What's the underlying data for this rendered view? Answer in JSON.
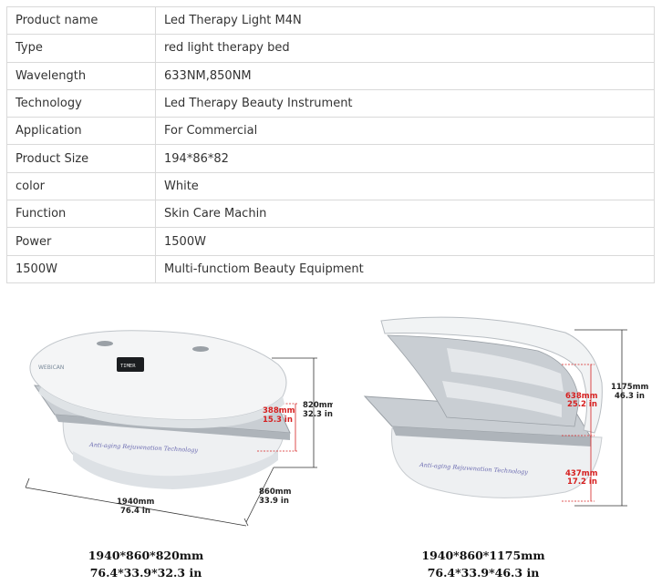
{
  "spec_table": {
    "rows": [
      {
        "label": "Product name",
        "value": "Led Therapy Light M4N"
      },
      {
        "label": "Type",
        "value": "red light therapy bed"
      },
      {
        "label": "Wavelength",
        "value": "633NM,850NM"
      },
      {
        "label": "Technology",
        "value": "Led Therapy Beauty Instrument"
      },
      {
        "label": "Application",
        "value": "For Commercial"
      },
      {
        "label": "Product Size",
        "value": "194*86*82"
      },
      {
        "label": "color",
        "value": "White"
      },
      {
        "label": "Function",
        "value": "Skin Care Machin"
      },
      {
        "label": "Power",
        "value": "1500W"
      },
      {
        "label": "1500W",
        "value": "Multi-functiom Beauty Equipment"
      }
    ]
  },
  "figure_closed": {
    "dims": {
      "height_mm": "820mm",
      "height_in": "32.3 in",
      "inner_mm": "388mm",
      "inner_in": "15.3 in",
      "depth_mm": "860mm",
      "depth_in": "33.9 in",
      "length_mm": "1940mm",
      "length_in": "76.4 in"
    },
    "display_text": "TIMER",
    "brand_text": "Anti-aging Rejuvenation Technology",
    "logo_text": "WEBICAN",
    "caption_line1": "1940*860*820mm",
    "caption_line2": "76.4*33.9*32.3 in"
  },
  "figure_open": {
    "dims": {
      "height_mm": "1175mm",
      "height_in": "46.3 in",
      "lid_mm": "638mm",
      "lid_in": "25.2 in",
      "base_mm": "437mm",
      "base_in": "17.2 in"
    },
    "brand_text": "Anti-aging Rejuvenation Technology",
    "caption_line1": "1940*860*1175mm",
    "caption_line2": "76.4*33.9*46.3 in"
  },
  "colors": {
    "body_white": "#f4f5f6",
    "panel_gray": "#c9ced3",
    "dim_red": "#d62020",
    "table_border": "#d9d9d9"
  }
}
